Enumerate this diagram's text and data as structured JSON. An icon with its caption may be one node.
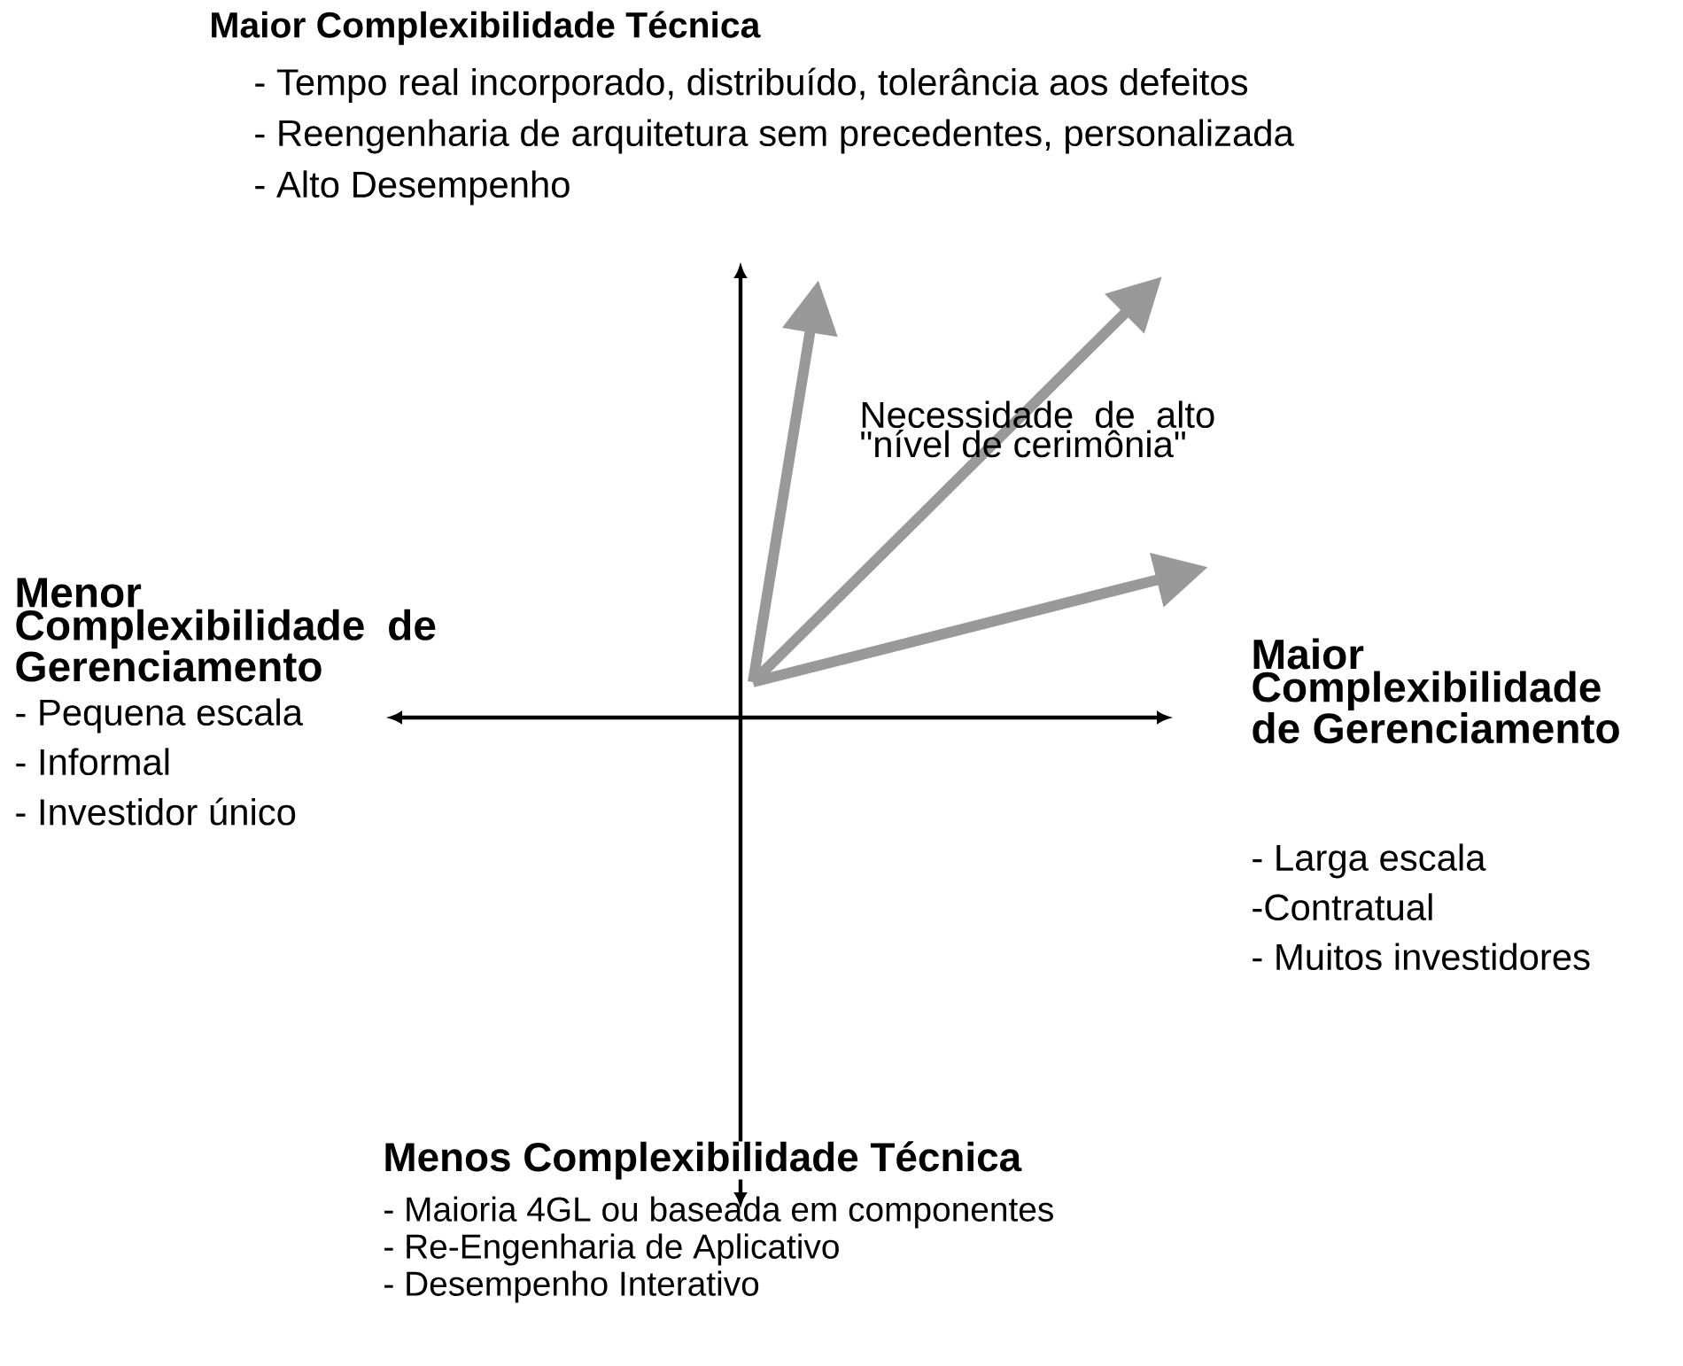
{
  "diagram": {
    "labels": [
      "Maior Complexibilidade Técnica",
      "- Tempo real incorporado, distribuído, tolerância aos defeitos",
      "- Reengenharia de arquitetura sem precedentes, personalizada",
      "- Alto Desempenho",
      "Necessidade de alto \"nível de cerimônia\"",
      "Menor Complexibilidade de Gerenciamento",
      "- Pequena escala",
      "- Informal",
      "- Investidor único",
      "Maior Complexibilidade de Gerenciamento",
      "- Larga escala",
      "-Contratual",
      "- Muitos investidores",
      "Menos Complexibilidade Técnica",
      "- Maioria 4GL ou baseada em componentes",
      "- Re-Engenharia de Aplicativo",
      "- Desempenho Interativo"
    ]
  }
}
